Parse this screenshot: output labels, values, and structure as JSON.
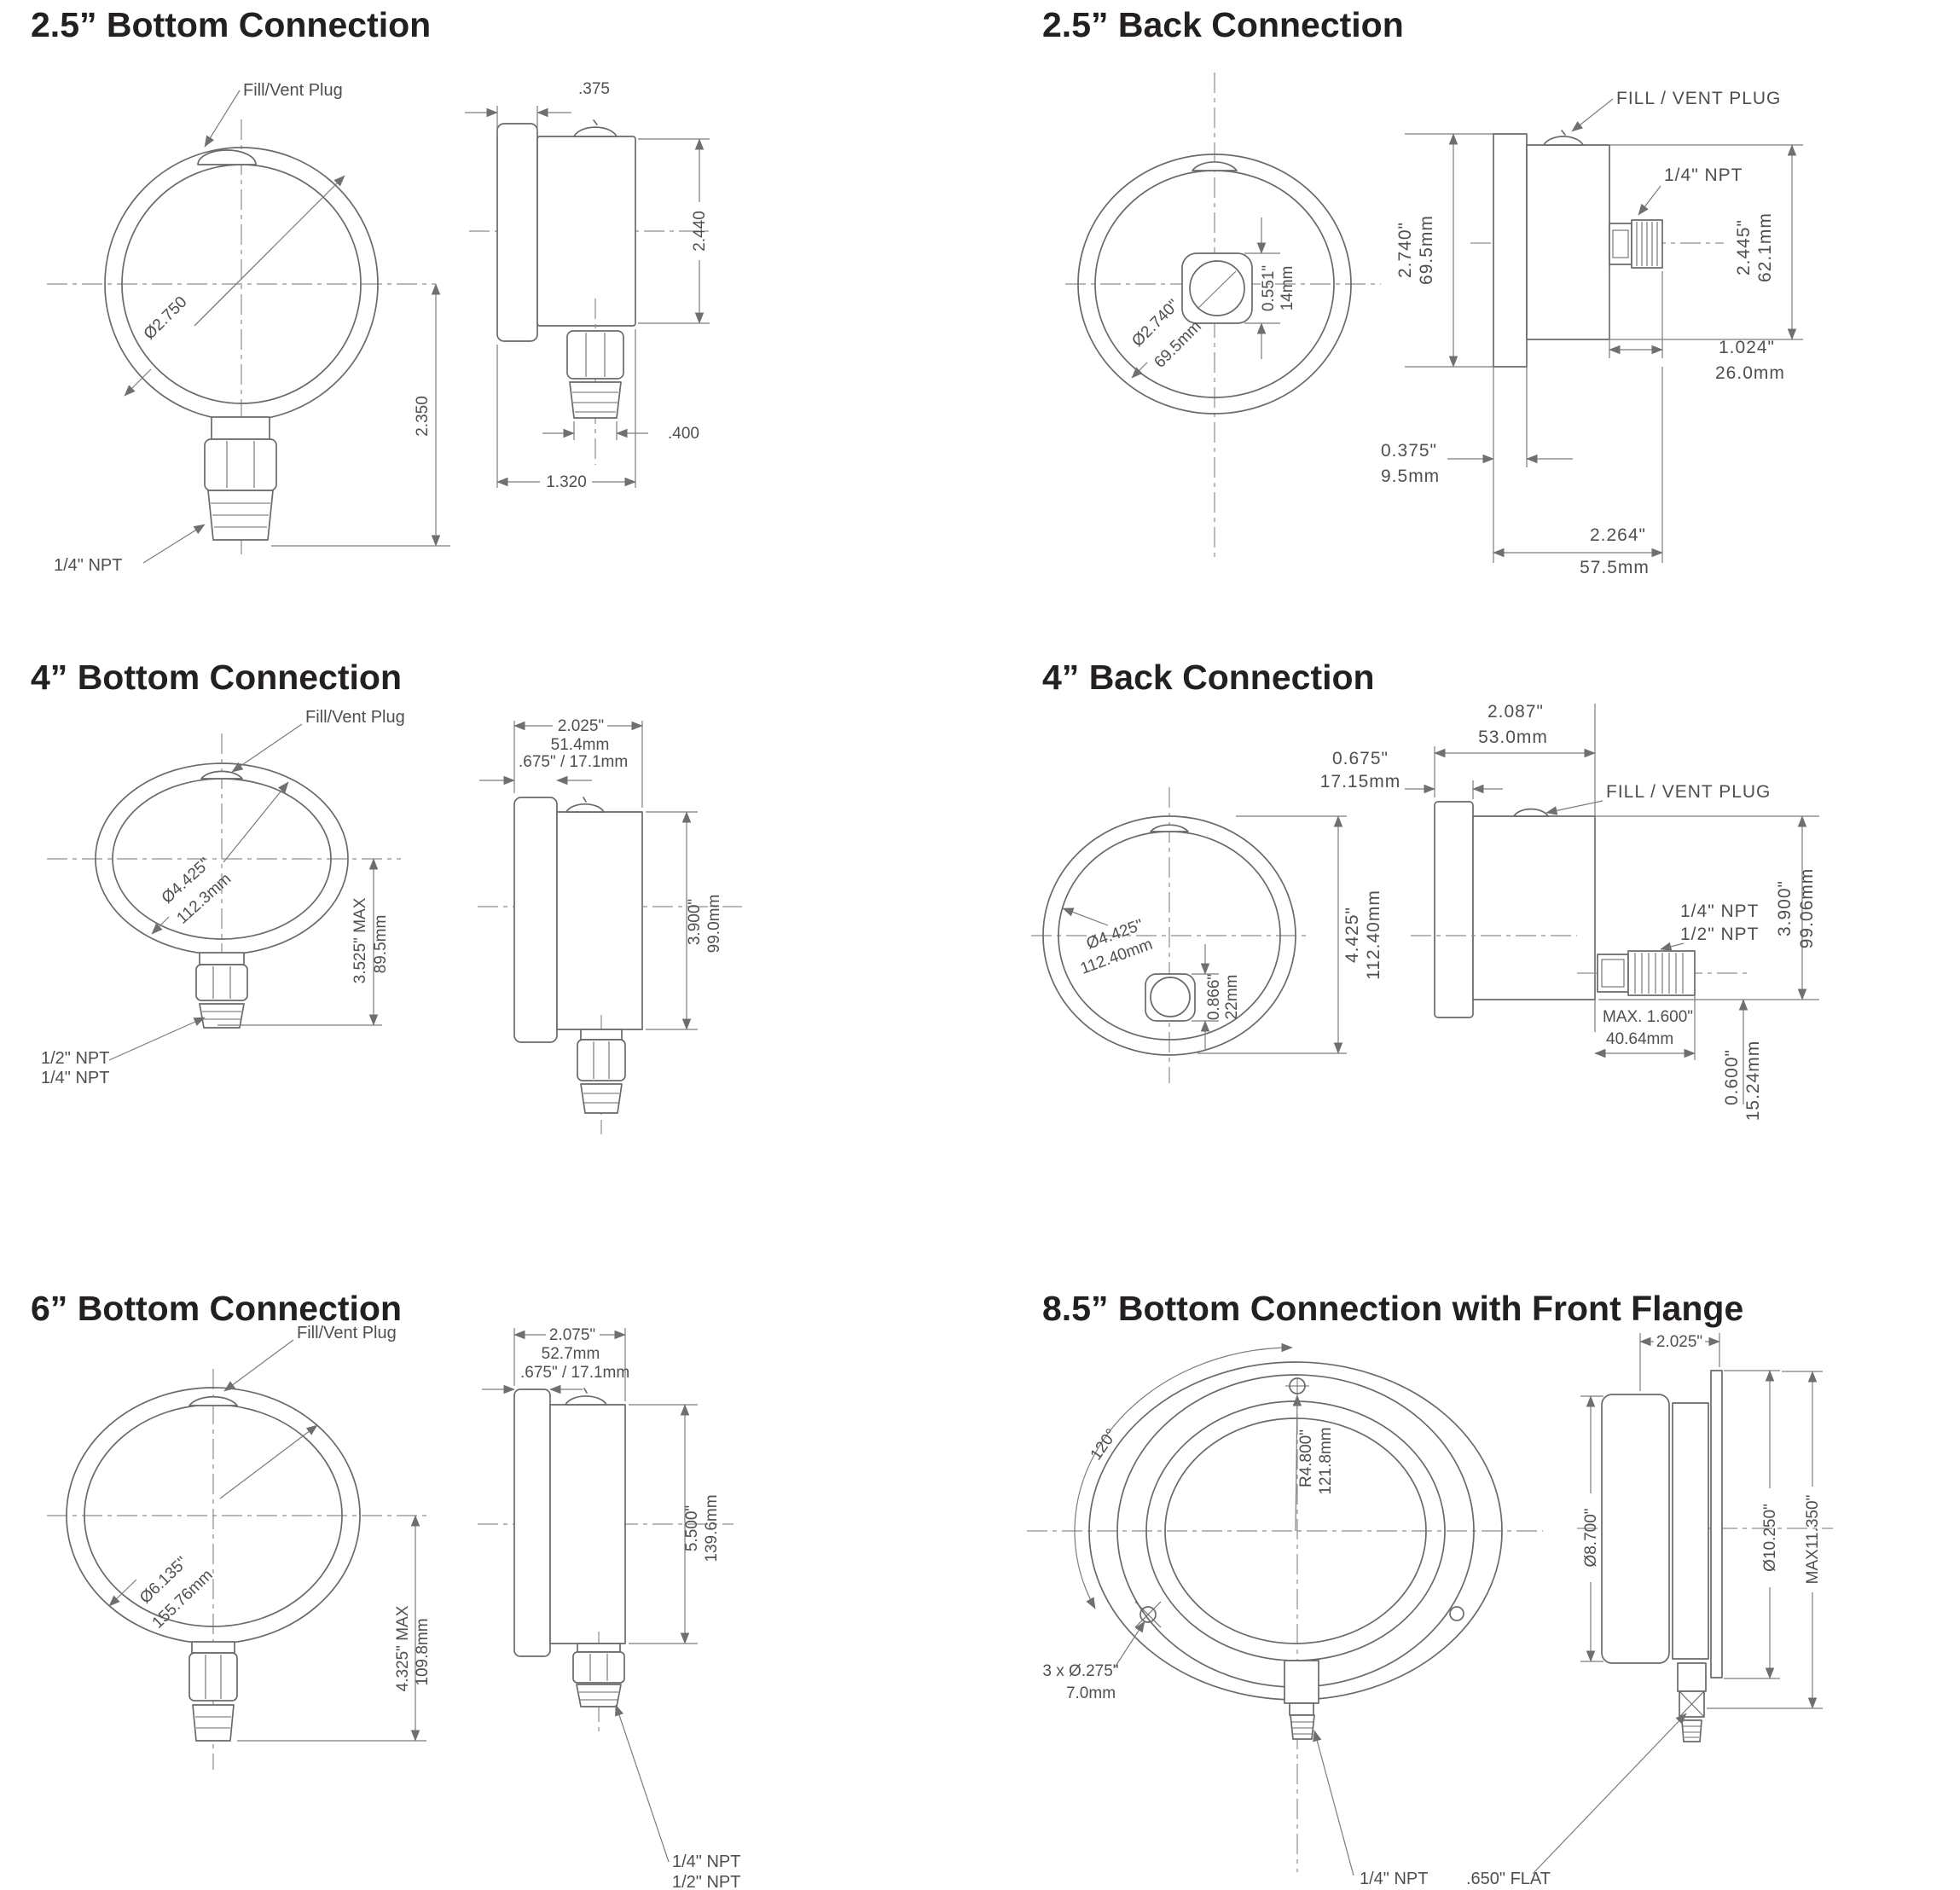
{
  "p1": {
    "title": "2.5” Bottom Connection",
    "fill_vent": "Fill/Vent Plug",
    "npt": "1/4\" NPT",
    "dia": "Ø2.750",
    "height_to_center": "2.350",
    "bezel": ".375",
    "case_depth": "2.440",
    "thread_w": ".400",
    "body_w": "1.320"
  },
  "p2": {
    "title": "2.5” Back Connection",
    "fill_vent": "FILL / VENT PLUG",
    "npt": "1/4\" NPT",
    "dia_in": "Ø2.740\"",
    "dia_mm": "69.5mm",
    "hole_in": "0.551\"",
    "hole_mm": "14mm",
    "height_in": "2.740\"",
    "height_mm": "69.5mm",
    "conn_in": "2.445\"",
    "conn_mm": "62.1mm",
    "stub_in": "1.024\"",
    "stub_mm": "26.0mm",
    "bezel_in": "0.375\"",
    "bezel_mm": "9.5mm",
    "depth_in": "2.264\"",
    "depth_mm": "57.5mm"
  },
  "p3": {
    "title": "4” Bottom Connection",
    "fill_vent": "Fill/Vent Plug",
    "dia_in": "Ø4.425\"",
    "dia_mm": "112.3mm",
    "npt_a": "1/2\" NPT",
    "npt_b": "1/4\" NPT",
    "height_in": "3.525\" MAX",
    "height_mm": "89.5mm",
    "depth_in": "2.025\"",
    "depth_mm": "51.4mm",
    "bezel": ".675\" / 17.1mm",
    "case_in": "3.900\"",
    "case_mm": "99.0mm"
  },
  "p4": {
    "title": "4” Back Connection",
    "top_in": "2.087\"",
    "top_mm": "53.0mm",
    "bezel_in": "0.675\"",
    "bezel_mm": "17.15mm",
    "fill_vent": "FILL / VENT  PLUG",
    "dia_in": "Ø4.425\"",
    "dia_mm": "112.40mm",
    "hole_in": "0.866\"",
    "hole_mm": "22mm",
    "height_in": "4.425\"",
    "height_mm": "112.40mm",
    "npt_a": "1/4\" NPT",
    "npt_b": "1/2\" NPT",
    "case_in": "3.900\"",
    "case_mm": "99.06mm",
    "stub_in": "MAX. 1.600\"",
    "stub_mm": "40.64mm",
    "below_in": "0.600\"",
    "below_mm": "15.24mm"
  },
  "p5": {
    "title": "6” Bottom Connection",
    "fill_vent": "Fill/Vent Plug",
    "dia_in": "Ø6.135\"",
    "dia_mm": "155.76mm",
    "height_in": "4.325\" MAX",
    "height_mm": "109.8mm",
    "depth_in": "2.075\"",
    "depth_mm": "52.7mm",
    "bezel": ".675\" / 17.1mm",
    "case_in": "5.500\"",
    "case_mm": "139.6mm",
    "npt_a": "1/4\" NPT",
    "npt_b": "1/2\" NPT"
  },
  "p6": {
    "title": "8.5” Bottom Connection with Front Flange",
    "angle": "120°",
    "radius_in": "R4.800\"",
    "radius_mm": "121.8mm",
    "holes_in": "3 x Ø.275\"",
    "holes_mm": "7.0mm",
    "npt": "1/4\" NPT",
    "flat": ".650\" FLAT",
    "case_dia": "Ø8.700\"",
    "flange_dia": "Ø10.250\"",
    "max_dia": "MAX11.350\"",
    "depth": "2.025\""
  }
}
